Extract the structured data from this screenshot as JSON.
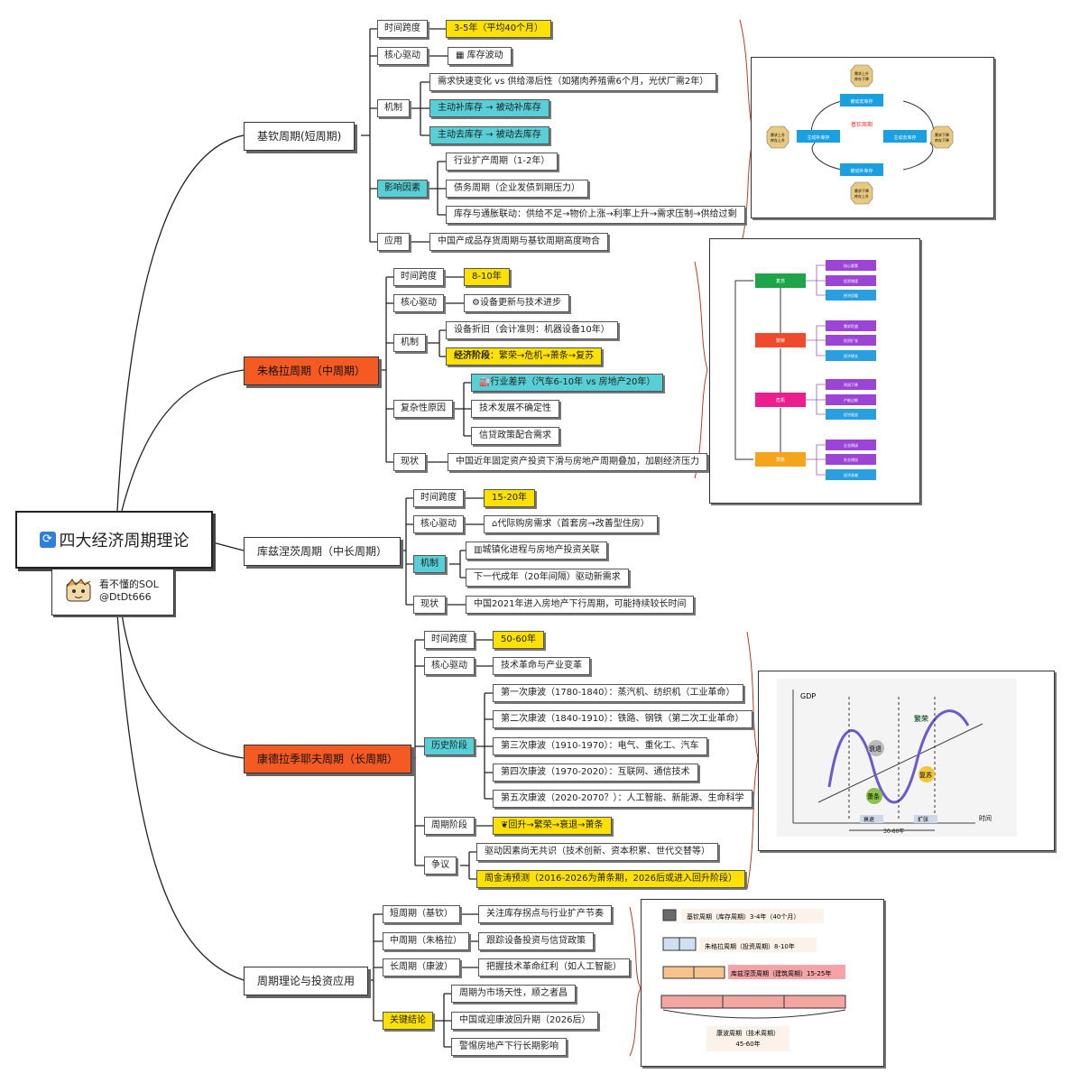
{
  "root": {
    "title": "四大经济周期理论"
  },
  "author": {
    "name": "看不懂的SOL",
    "handle": "@DtDt666"
  },
  "kitchin": {
    "title": "基钦周期(短周期)",
    "time_label": "时间跨度",
    "time_value": "3-5年（平均40个月）",
    "driver_label": "核心驱动",
    "driver_value": "库存波动",
    "mech_label": "机制",
    "mech_1": "需求快速变化 vs 供给滞后性（如猪肉养殖需6个月，光伏厂需2年）",
    "mech_2": "主动补库存 → 被动补库存",
    "mech_3": "主动去库存 → 被动去库存",
    "factor_label": "影响因素",
    "factor_1": "行业扩产周期（1-2年）",
    "factor_2": "债务周期（企业发债到期压力）",
    "factor_3": "库存与通胀联动：供给不足→物价上涨→利率上升→需求压制→供给过剩",
    "app_label": "应用",
    "app_value": "中国产成品存货周期与基钦周期高度吻合",
    "fig": {
      "center": "基钦周期",
      "top": "被动去库存",
      "right": "主动去库存",
      "bottom": "被动补库存",
      "left": "主动补库存",
      "oct_top": [
        "需求上升",
        "库存下降"
      ],
      "oct_right": [
        "需求下降",
        "库存下降"
      ],
      "oct_bottom": [
        "需求下降",
        "库存上升"
      ],
      "oct_left": [
        "需求上升",
        "库存上升"
      ]
    }
  },
  "juglar": {
    "title": "朱格拉周期（中周期）",
    "time_label": "时间跨度",
    "time_value": "8-10年",
    "driver_label": "核心驱动",
    "driver_value": "设备更新与技术进步",
    "mech_label": "机制",
    "mech_1": "设备折旧（会计准则：机器设备10年）",
    "mech_2_bold": "经济阶段",
    "mech_2_rest": "：繁荣→危机→萧条→复苏",
    "complex_label": "复杂性原因",
    "complex_1": "行业差异（汽车6-10年 vs 房地产20年）",
    "complex_2": "技术发展不确定性",
    "complex_3": "信贷政策配合需求",
    "status_label": "现状",
    "status_value": "中国近年固定资产投资下滑与房地产周期叠加，加剧经济压力",
    "fig": {
      "stages": [
        "复苏",
        "繁荣",
        "危机",
        "萧条"
      ],
      "items": [
        [
          "核心要素",
          "投资增速",
          "经济回暖"
        ],
        [
          "需求旺盛",
          "投资扩张",
          "经济增长"
        ],
        [
          "利润下降",
          "产能过剩",
          "经济衰退"
        ],
        [
          "企业倒闭",
          "失业增加",
          "经济紧缩"
        ]
      ]
    }
  },
  "kuznets": {
    "title": "库兹涅茨周期（中长周期）",
    "time_label": "时间跨度",
    "time_value": "15-20年",
    "driver_label": "核心驱动",
    "driver_value": "代际购房需求（首套房→改善型住房）",
    "mech_label": "机制",
    "mech_1": "城镇化进程与房地产投资关联",
    "mech_2": "下一代成年（20年间隔）驱动新需求",
    "status_label": "现状",
    "status_value": "中国2021年进入房地产下行周期，可能持续较长时间"
  },
  "kondratiev": {
    "title": "康德拉季耶夫周期（长周期）",
    "time_label": "时间跨度",
    "time_value": "50-60年",
    "driver_label": "核心驱动",
    "driver_value": "技术革命与产业变革",
    "hist_label": "历史阶段",
    "waves": [
      "第一次康波（1780-1840）：蒸汽机、纺织机（工业革命）",
      "第二次康波（1840-1910）：铁路、钢铁（第二次工业革命）",
      "第三次康波（1910-1970）：电气、重化工、汽车",
      "第四次康波（1970-2020）：互联网、通信技术",
      "第五次康波（2020-2070？）：人工智能、新能源、生命科学"
    ],
    "phase_label": "周期阶段",
    "phase_value": "回升→繁荣→衰退→萧条",
    "debate_label": "争议",
    "debate_1": "驱动因素尚无共识（技术创新、资本积累、世代交替等）",
    "debate_2": "周金涛预测（2016-2026为萧条期，2026后或进入回升阶段）",
    "fig": {
      "ylabel": "GDP",
      "xlabel": "时间",
      "stage_1": "繁荣",
      "stage_2": "衰退",
      "stage_3": "复苏",
      "stage_4": "萧条",
      "tick_1": "衰退",
      "tick_2": "扩张",
      "span": "30-60年"
    }
  },
  "apply": {
    "title": "周期理论与投资应用",
    "short_label": "短周期（基钦）",
    "short_value": "关注库存拐点与行业扩产节奏",
    "mid_label": "中周期（朱格拉）",
    "mid_value": "跟踪设备投资与信贷政策",
    "long_label": "长周期（康波）",
    "long_value": "把握技术革命红利（如人工智能）",
    "key_label": "关键结论",
    "key_1": "周期为市场天性，顺之者昌",
    "key_2": "中国或迎康波回升期（2026后）",
    "key_3": "警惕房地产下行长期影响",
    "fig": {
      "row_1": "基钦周期（库存周期）3-4年（40个月）",
      "row_2": "朱格拉周期（投资周期）8-10年",
      "row_3": "库兹涅茨周期（建筑周期）15-25年",
      "row_4a": "康波周期（技术周期）",
      "row_4b": "45-60年"
    }
  },
  "colors": {
    "yellow": "#ffe100",
    "cyan": "#56d0d6",
    "red": "#f65a23"
  }
}
